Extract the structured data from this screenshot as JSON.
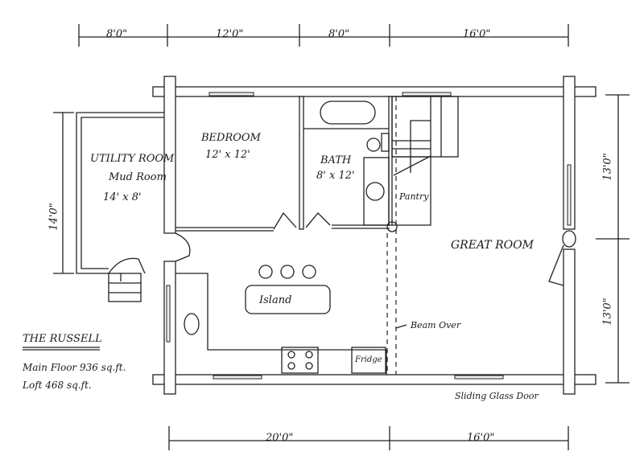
{
  "title": "THE RUSSELL",
  "stats": [
    "Main Floor  936 sq.ft.",
    "Loft   468 sq.ft."
  ],
  "dimensions": {
    "top": [
      "8'0\"",
      "12'0\"",
      "8'0\"",
      "16'0\""
    ],
    "left": "14'0\"",
    "right": [
      "13'0\"",
      "13'0\""
    ],
    "bottom": [
      "20'0\"",
      "16'0\""
    ]
  },
  "rooms": {
    "utility": [
      "UTILITY ROOM",
      "Mud Room",
      "14' x 8'"
    ],
    "bedroom": [
      "BEDROOM",
      "12' x 12'"
    ],
    "bath": [
      "BATH",
      "8' x 12'"
    ],
    "pantry": "Pantry",
    "great_room": "GREAT ROOM",
    "island": "Island",
    "fridge": "Fridge",
    "beam": "Beam Over",
    "sliding_door": "Sliding Glass Door"
  }
}
